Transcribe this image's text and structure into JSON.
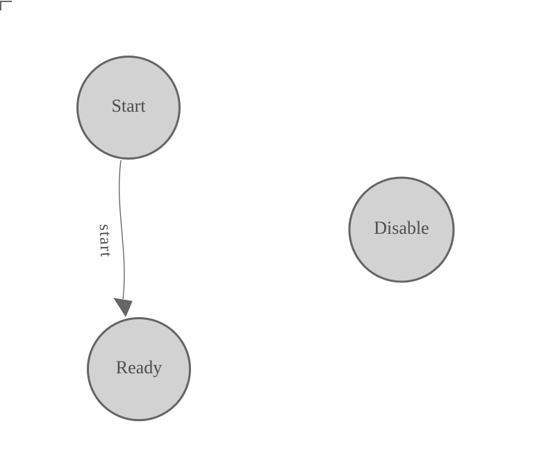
{
  "diagram": {
    "type": "state-machine",
    "background": "#ffffff",
    "nodes": [
      {
        "id": "start",
        "label": "Start"
      },
      {
        "id": "ready",
        "label": "Ready"
      },
      {
        "id": "disable",
        "label": "Disable"
      }
    ],
    "edges": [
      {
        "from": "Start",
        "to": "Ready",
        "label": "start"
      }
    ]
  },
  "colors": {
    "node_fill": "#d2d2d2",
    "node_stroke": "#646464",
    "node_text": "#4d4d4d",
    "edge_stroke": "#6a6a6a",
    "arrow_fill": "#666666",
    "edge_text": "#4d4d4d",
    "corner_mark": "#666666"
  }
}
